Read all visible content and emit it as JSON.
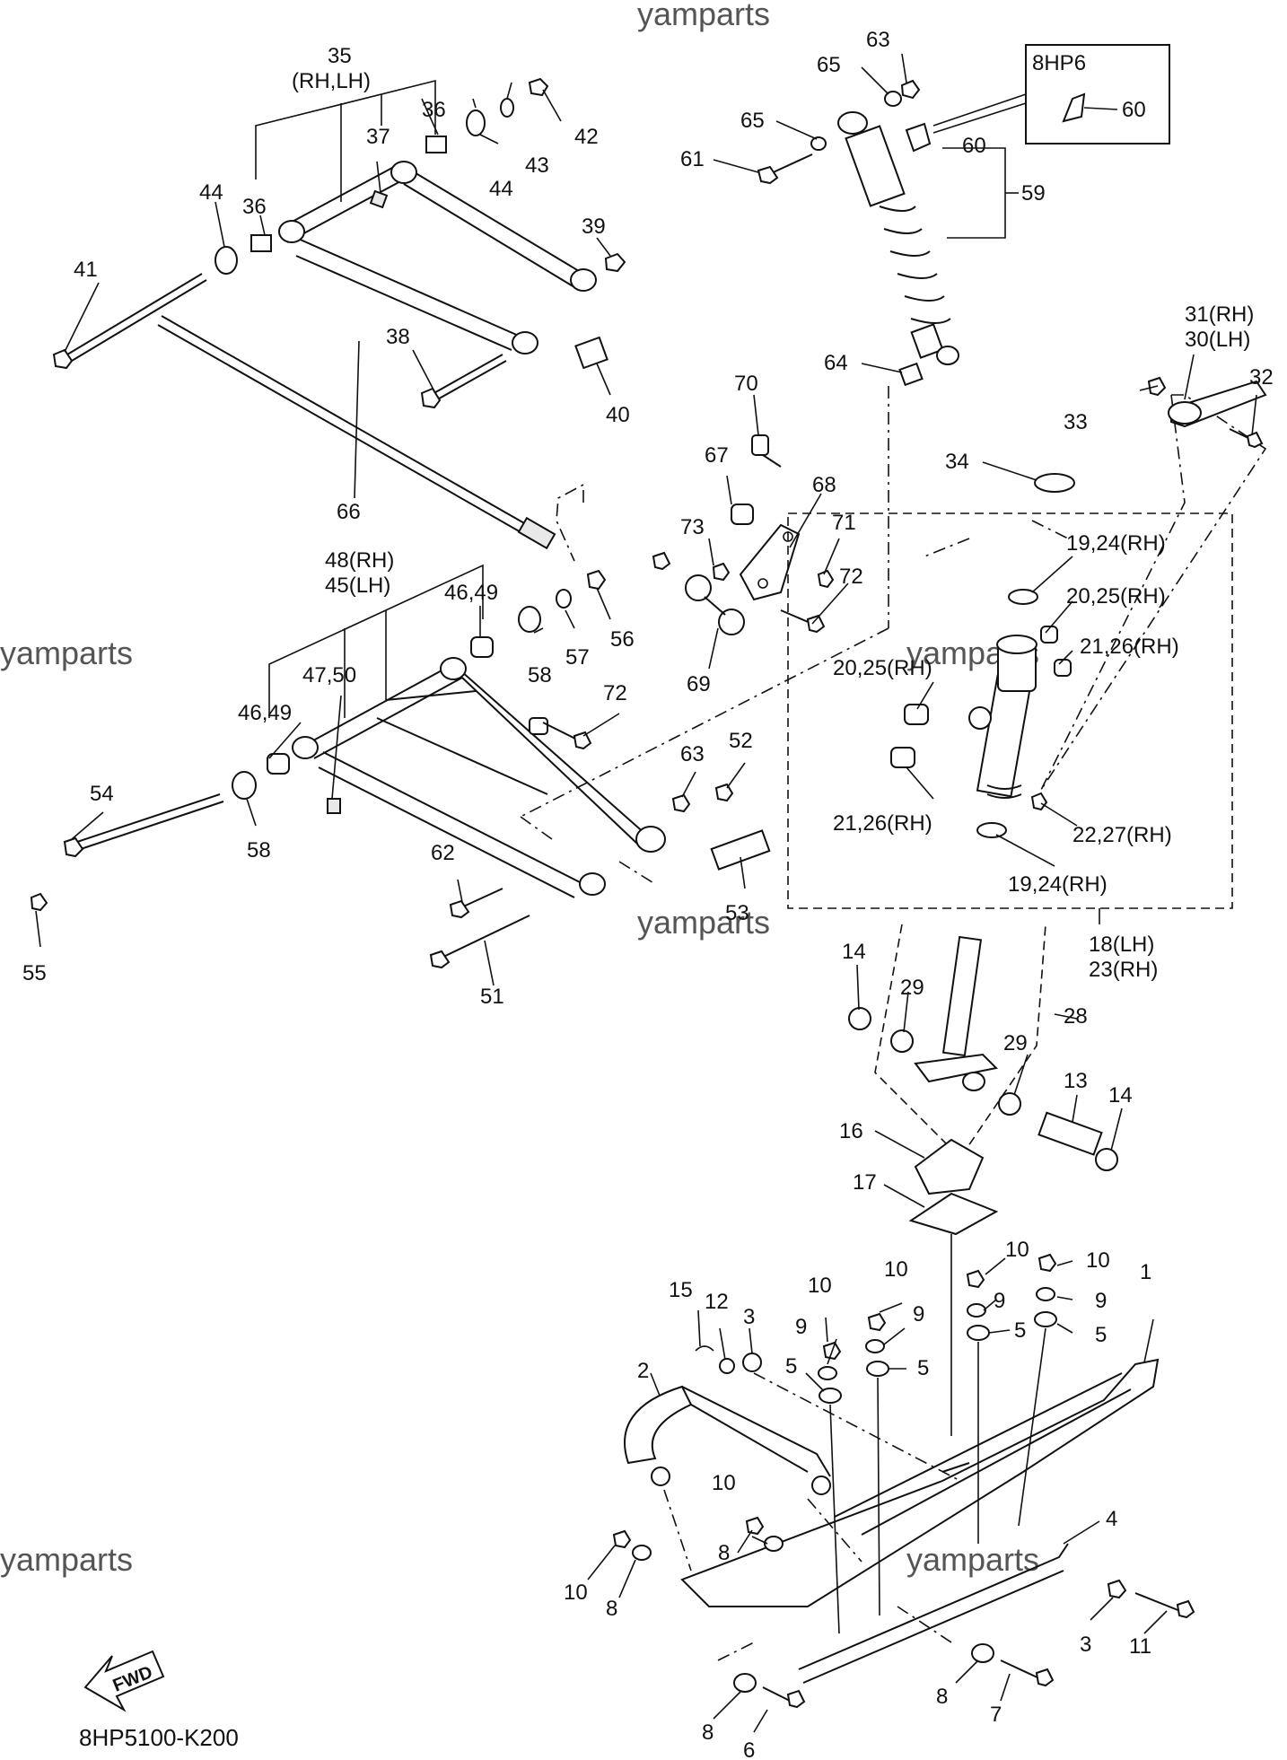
{
  "watermark": "yamparts",
  "diagram_code": "8HP5100-K200",
  "fwd_label": "FWD",
  "inset": {
    "title": "8HP6",
    "part": "60"
  },
  "labels": {
    "p1": "1",
    "p2": "2",
    "p3a": "3",
    "p3b": "3",
    "p4": "4",
    "p5a": "5",
    "p5b": "5",
    "p5c": "5",
    "p5d": "5",
    "p6": "6",
    "p7": "7",
    "p8a": "8",
    "p8b": "8",
    "p8c": "8",
    "p8d": "8",
    "p9a": "9",
    "p9b": "9",
    "p9c": "9",
    "p9d": "9",
    "p10a": "10",
    "p10b": "10",
    "p10c": "10",
    "p10d": "10",
    "p10e": "10",
    "p10f": "10",
    "p11": "11",
    "p12": "12",
    "p13": "13",
    "p14a": "14",
    "p14b": "14",
    "p15": "15",
    "p16": "16",
    "p17": "17",
    "p18": "18(LH)",
    "p23": "23(RH)",
    "p19a": "19,24(RH)",
    "p19b": "19,24(RH)",
    "p20a": "20,25(RH)",
    "p20b": "20,25(RH)",
    "p21a": "21,26(RH)",
    "p21b": "21,26(RH)",
    "p22": "22,27(RH)",
    "p28": "28",
    "p29a": "29",
    "p29b": "29",
    "p31": "31(RH)",
    "p30": "30(LH)",
    "p32": "32",
    "p33": "33",
    "p34": "34",
    "p35": "35",
    "p35sub": "(RH,LH)",
    "p36a": "36",
    "p36b": "36",
    "p37": "37",
    "p38": "38",
    "p39": "39",
    "p40": "40",
    "p41": "41",
    "p42": "42",
    "p43": "43",
    "p44a": "44",
    "p44b": "44",
    "p48": "48(RH)",
    "p45": "45(LH)",
    "p46a": "46,49",
    "p46b": "46,49",
    "p47": "47,50",
    "p51": "51",
    "p52": "52",
    "p53": "53",
    "p54": "54",
    "p55": "55",
    "p56": "56",
    "p57": "57",
    "p58a": "58",
    "p58b": "58",
    "p59": "59",
    "p60": "60",
    "p61": "61",
    "p62": "62",
    "p63a": "63",
    "p63b": "63",
    "p64": "64",
    "p65a": "65",
    "p65b": "65",
    "p66": "66",
    "p67": "67",
    "p68": "68",
    "p69": "69",
    "p70": "70",
    "p71": "71",
    "p72a": "72",
    "p72b": "72",
    "p73": "73"
  }
}
